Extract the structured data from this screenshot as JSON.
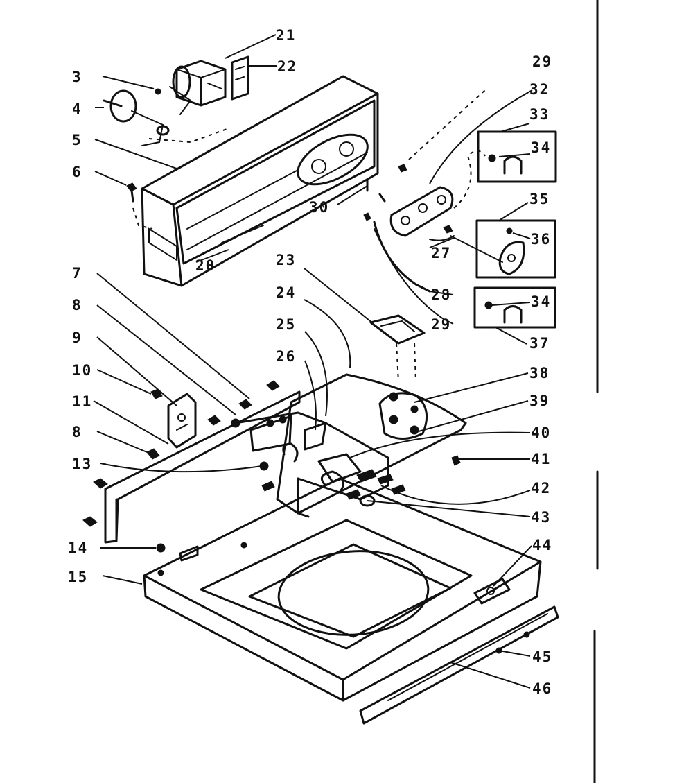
{
  "labels": {
    "l3": "3",
    "l4": "4",
    "l5": "5",
    "l6": "6",
    "l7": "7",
    "l8a": "8",
    "l9": "9",
    "l10": "10",
    "l11": "11",
    "l8b": "8",
    "l13": "13",
    "l14": "14",
    "l15": "15",
    "l20": "20",
    "l21": "21",
    "l22": "22",
    "l23": "23",
    "l24": "24",
    "l25": "25",
    "l26": "26",
    "l27": "27",
    "l28": "28",
    "l29a": "29",
    "l29b": "29",
    "l30": "30",
    "l32": "32",
    "l33": "33",
    "l34a": "34",
    "l35": "35",
    "l36": "36",
    "l34b": "34",
    "l37": "37",
    "l38": "38",
    "l39": "39",
    "l40": "40",
    "l41": "41",
    "l42": "42",
    "l43": "43",
    "l44": "44",
    "l45": "45",
    "l46": "46"
  }
}
